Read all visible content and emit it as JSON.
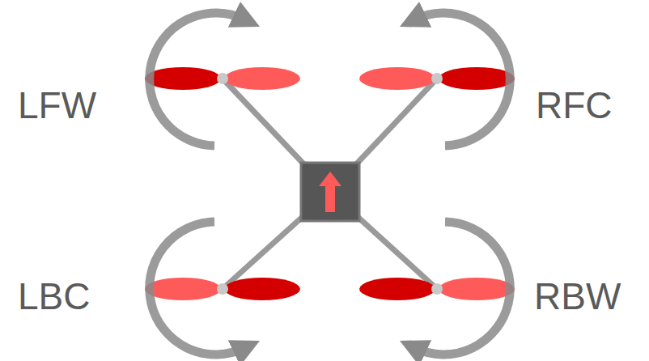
{
  "diagram": {
    "labels": [
      "LFW",
      "RFC",
      "LBC",
      "RBW"
    ]
  }
}
